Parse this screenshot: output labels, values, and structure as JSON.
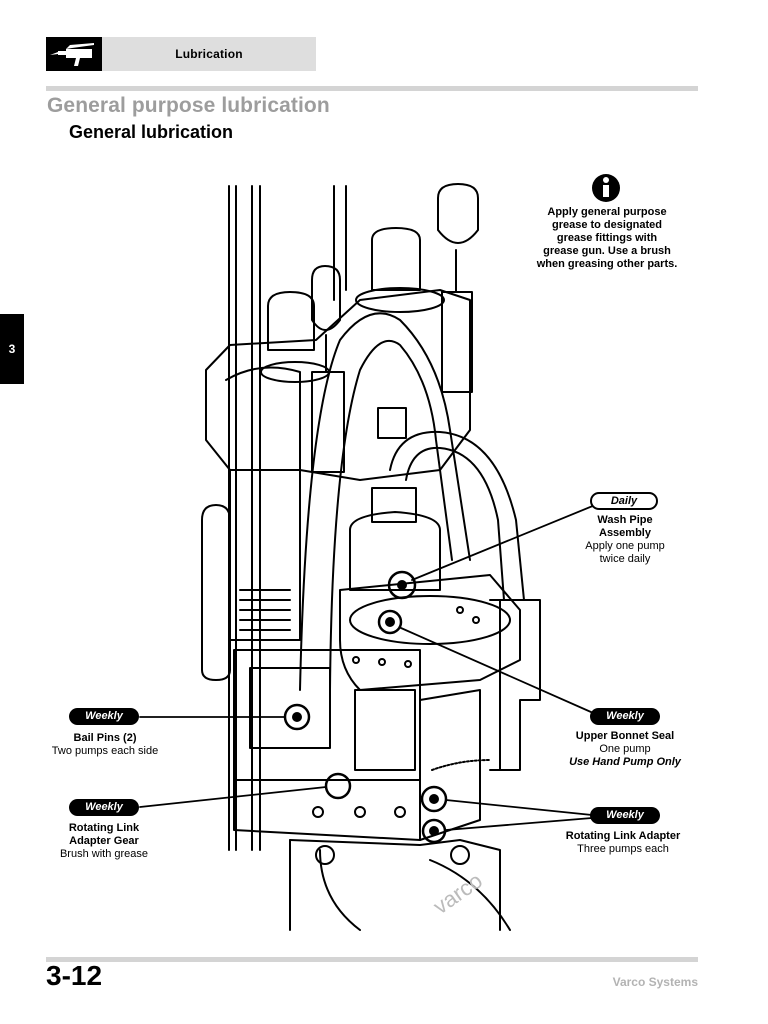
{
  "header": {
    "section_label": "Lubrication",
    "tab_number": "3"
  },
  "titles": {
    "main": "General purpose lubrication",
    "sub": "General lubrication"
  },
  "info_note": {
    "lines": [
      "Apply general purpose",
      "grease to designated",
      "grease fittings with",
      "grease gun. Use a brush",
      "when greasing other parts."
    ]
  },
  "callouts": {
    "wash_pipe": {
      "badge": "Daily",
      "title1": "Wash Pipe",
      "title2": "Assembly",
      "desc1": "Apply one pump",
      "desc2": "twice daily"
    },
    "bail_pins": {
      "badge": "Weekly",
      "title": "Bail Pins (2)",
      "desc": "Two pumps each side"
    },
    "upper_bonnet": {
      "badge": "Weekly",
      "title": "Upper Bonnet Seal",
      "desc": "One pump",
      "note": "Use Hand Pump Only"
    },
    "rotating_gear": {
      "badge": "Weekly",
      "title1": "Rotating Link",
      "title2": "Adapter Gear",
      "desc": "Brush with grease"
    },
    "rotating_adapter": {
      "badge": "Weekly",
      "title": "Rotating Link Adapter",
      "desc": "Three pumps each"
    }
  },
  "footer": {
    "page_number": "3-12",
    "brand": "Varco Systems"
  }
}
